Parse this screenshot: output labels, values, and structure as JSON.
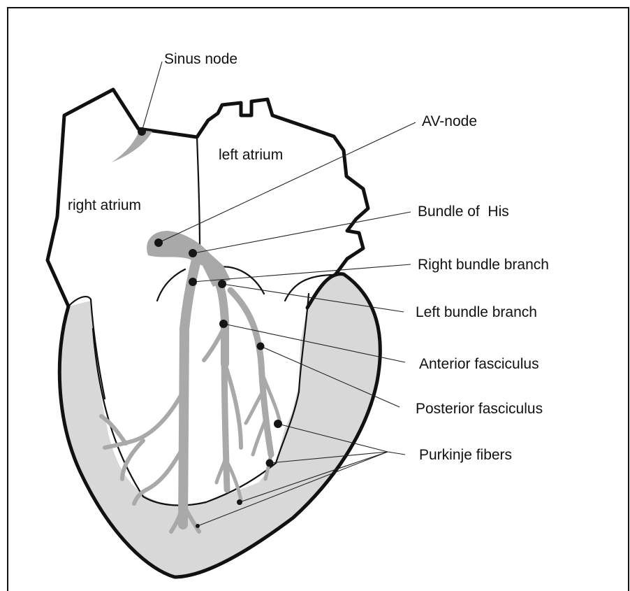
{
  "colors": {
    "line": "#111111",
    "myocardium": "#d8d8d8",
    "conduction": "#a9a9a9",
    "dot": "#151515"
  },
  "labels": {
    "sinus_node": "Sinus node",
    "av_node": "AV-node",
    "bundle_of_his": "Bundle of  His",
    "right_bundle_branch": "Right bundle branch",
    "left_bundle_branch": "Left bundle branch",
    "anterior_fasciculus": "Anterior fasciculus",
    "posterior_fasciculus": "Posterior fasciculus",
    "purkinje_fibers": "Purkinje fibers",
    "left_atrium": "left atrium",
    "right_atrium": "right atrium"
  }
}
